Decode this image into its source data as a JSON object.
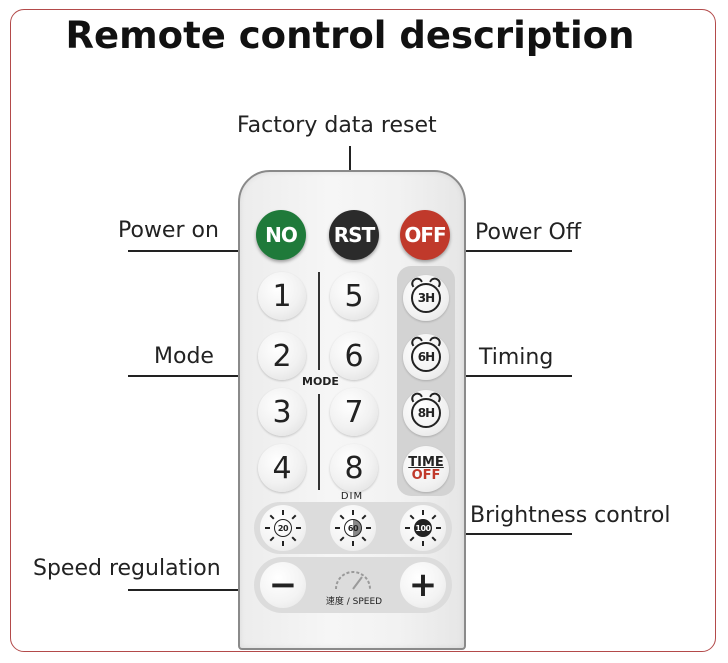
{
  "title": "Remote control description",
  "labels": {
    "factory_reset": "Factory data reset",
    "power_on": "Power on",
    "power_off": "Power Off",
    "mode": "Mode",
    "timing": "Timing",
    "brightness": "Brightness control",
    "speed": "Speed regulation"
  },
  "remote": {
    "top_buttons": [
      {
        "label": "NO",
        "color": "#1f7a3a"
      },
      {
        "label": "RST",
        "color": "#2b2b2b"
      },
      {
        "label": "OFF",
        "color": "#c0392b"
      }
    ],
    "mode_buttons": [
      "1",
      "2",
      "3",
      "4",
      "5",
      "6",
      "7",
      "8"
    ],
    "mode_text": "MODE",
    "timer_buttons": [
      "3H",
      "6H",
      "8H"
    ],
    "time_off": {
      "line1": "TIME",
      "line2": "OFF"
    },
    "dim_text": "DIM",
    "dim_buttons": [
      "20",
      "60",
      "100"
    ],
    "speed_minus": "−",
    "speed_plus": "+",
    "speed_text": "速度 / SPEED"
  },
  "colors": {
    "frame_border": "#b34a4a",
    "on_green": "#1f7a3a",
    "off_red": "#c0392b"
  }
}
